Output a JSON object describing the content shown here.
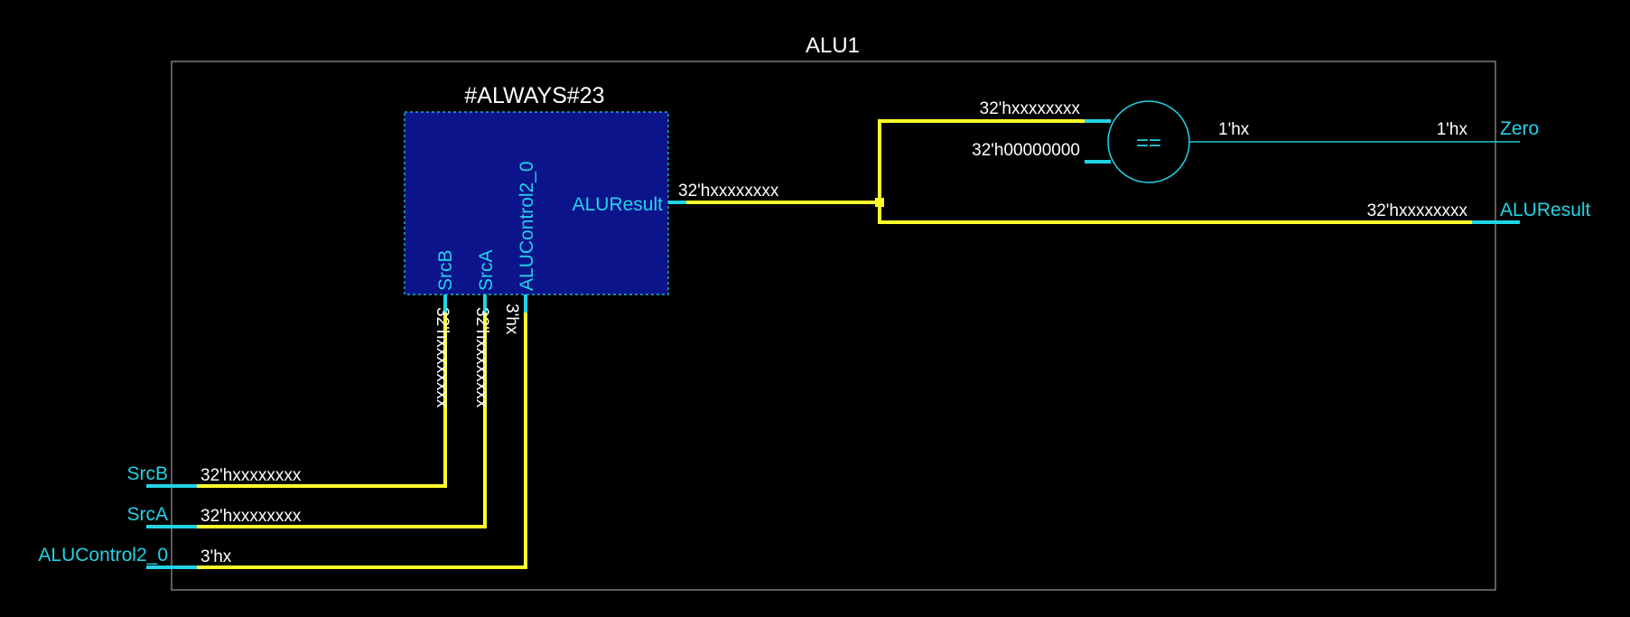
{
  "module": {
    "title": "ALU1"
  },
  "always_block": {
    "title": "#ALWAYS#23",
    "pins": {
      "srcb": "SrcB",
      "srca": "SrcA",
      "alucontrol": "ALUControl2_0",
      "aluresult": "ALUResult"
    }
  },
  "inputs": {
    "srcb": {
      "name": "SrcB",
      "value": "32'hxxxxxxxx"
    },
    "srca": {
      "name": "SrcA",
      "value": "32'hxxxxxxxx"
    },
    "alucontrol": {
      "name": "ALUControl2_0",
      "value": "3'hx"
    }
  },
  "vertical_values": {
    "srcb": "32'hxxxxxxxx",
    "srca": "32'hxxxxxxxx",
    "alucontrol": "3'hx"
  },
  "result_wire_value": "32'hxxxxxxxx",
  "comparator": {
    "symbol": "==",
    "in_a": "32'hxxxxxxxx",
    "in_b": "32'h00000000",
    "out_value": "1'hx"
  },
  "outputs": {
    "zero": {
      "name": "Zero",
      "value": "1'hx"
    },
    "aluresult": {
      "name": "ALUResult",
      "value": "32'hxxxxxxxx"
    }
  },
  "colors": {
    "background": "#000000",
    "wire": "#ffff2a",
    "pin": "#22d3e6",
    "block_fill": "#0c148c",
    "text": "#ffffff"
  }
}
